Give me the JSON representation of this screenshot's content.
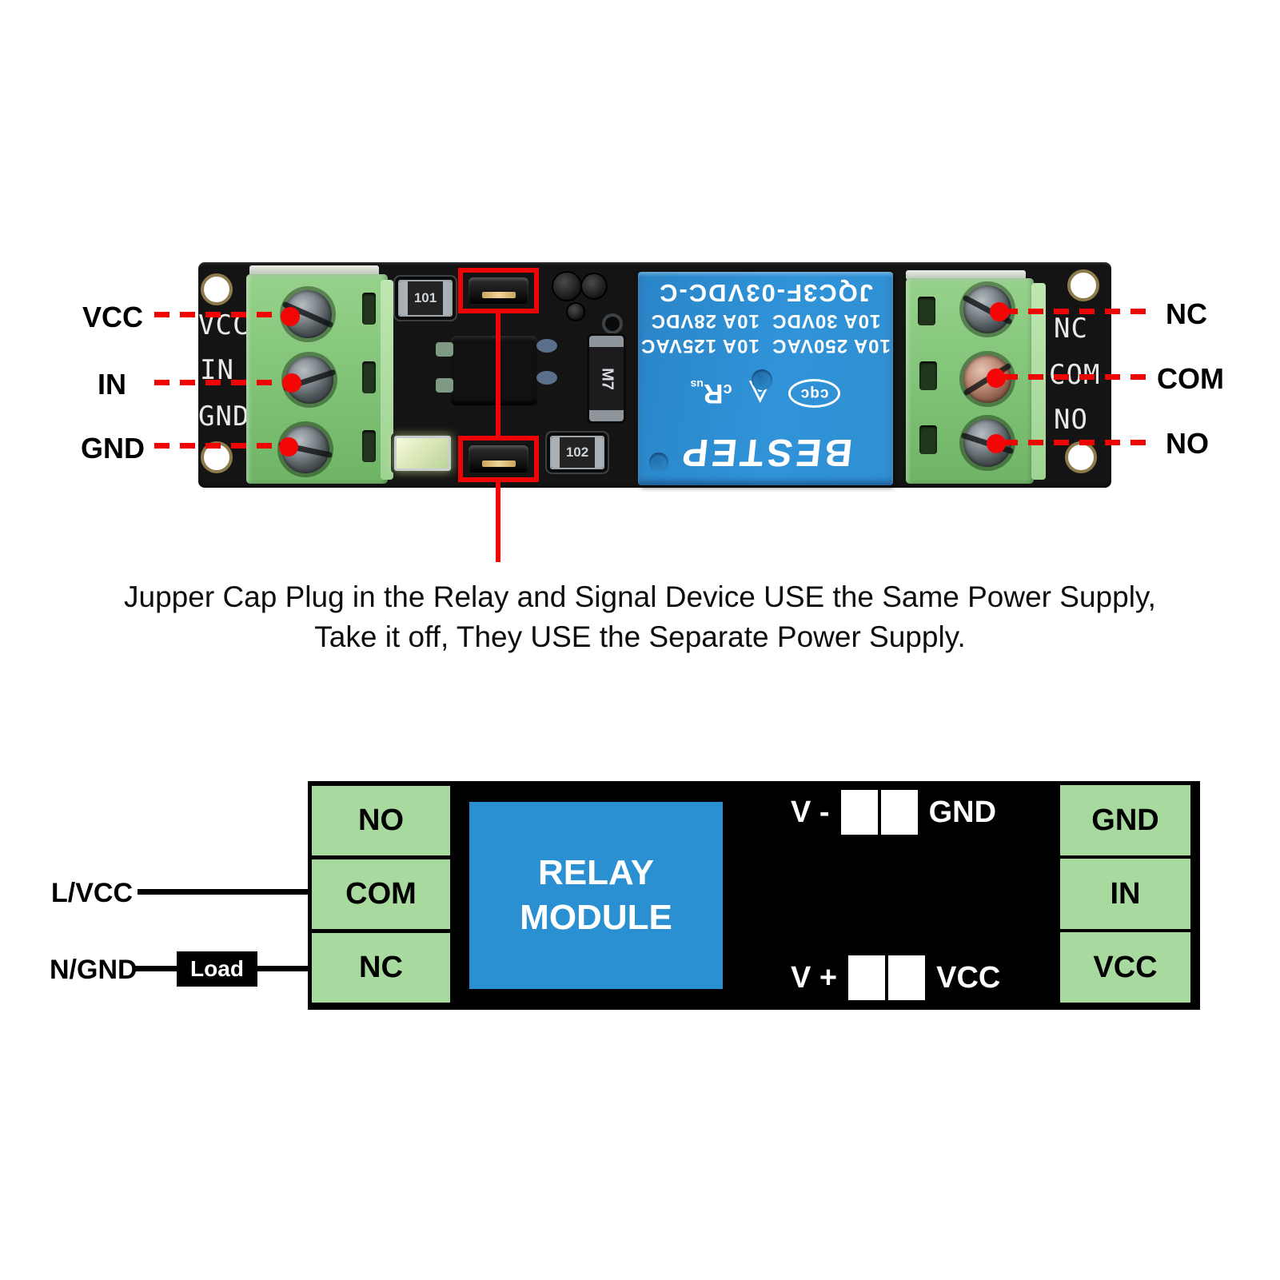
{
  "colors": {
    "accent_red": "#ee0405",
    "pcb_black": "#141414",
    "terminal_green": "#7fc276",
    "relay_blue": "#2f8fd2",
    "diagram_green": "#a8d99e",
    "diagram_blue": "#2a90d2"
  },
  "photo": {
    "silk_left": [
      "VCC",
      "IN",
      "GND"
    ],
    "silk_right": [
      "NC",
      "COM",
      "NO"
    ],
    "pin_labels_left": [
      "VCC",
      "IN",
      "GND"
    ],
    "pin_labels_right": [
      "NC",
      "COM",
      "NO"
    ],
    "smd_top": "101",
    "smd_bottom": "102",
    "diode": "M7",
    "relay": {
      "brand": "BESTEP",
      "cqc": "cqc",
      "triangle": "◬",
      "ul_c": "c",
      "ul_r": "R",
      "ul_us": "us",
      "rating_ac": "10A 250VAC  10A 125VAC",
      "rating_dc": "10A 30VDC  10A 28VDC",
      "model": "JQC3F-03VDC-C"
    }
  },
  "note": {
    "line1": "Jupper Cap Plug in the Relay and Signal Device USE the Same Power Supply,",
    "line2": "Take it off, They USE the Separate Power Supply."
  },
  "diagram": {
    "left_cells": [
      "NO",
      "COM",
      "NC"
    ],
    "right_cells": [
      "GND",
      "IN",
      "VCC"
    ],
    "module_line1": "RELAY",
    "module_line2": "MODULE",
    "vminus_label": "V -",
    "vminus_pin": "GND",
    "vplus_label": "V +",
    "vplus_pin": "VCC",
    "ext_live": "L/VCC",
    "ext_neutral": "N/GND",
    "load_label": "Load"
  }
}
